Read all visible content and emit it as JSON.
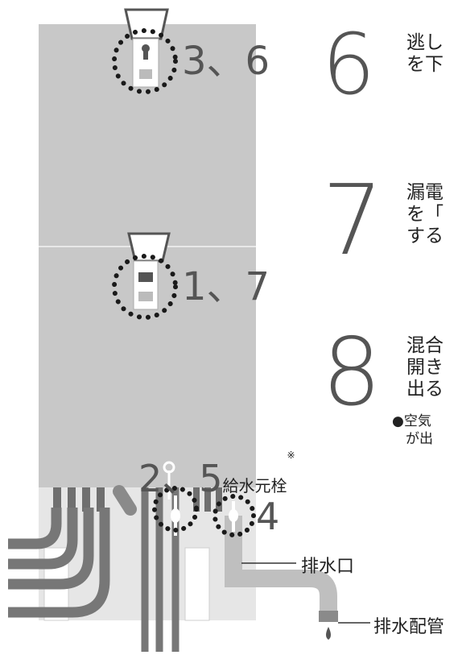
{
  "steps": [
    {
      "num": "6",
      "text": "逃し\nを下"
    },
    {
      "num": "7",
      "text": "漏電\nを「\nする"
    },
    {
      "num": "8",
      "text": "混合\n開き\n出る"
    }
  ],
  "note": "●空気\n　が出",
  "callouts": {
    "top_valve": "3、6",
    "mid_valve": "1、7",
    "water_supply_nums": "2、5",
    "water_supply_label": "給水元栓",
    "water_supply_mark": "※",
    "drain_num": "4"
  },
  "labels": {
    "drain_outlet": "排水口",
    "drain_pipe": "排水配管"
  },
  "colors": {
    "unit_body": "#c8c8c8",
    "pipe": "#7a7a7a",
    "pipe_light": "#d9d9d9",
    "dots": "#1a1a1a"
  }
}
